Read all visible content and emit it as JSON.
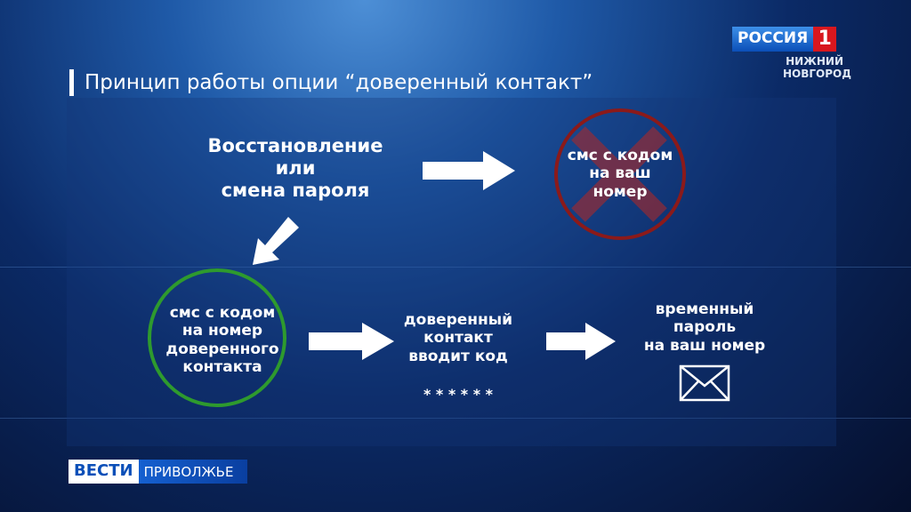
{
  "title": "Принцип работы опции “доверенный контакт”",
  "start": [
    "Восстановление",
    "или",
    "смена пароля"
  ],
  "old_method": [
    "смс с кодом",
    "на ваш",
    "номер"
  ],
  "trusted_sms": [
    "смс с кодом",
    "на номер",
    "доверенного",
    "контакта"
  ],
  "trusted_enters": [
    "доверенный",
    "контакт",
    "вводит код"
  ],
  "code_mask": "* * * * * *",
  "temp_password": [
    "временный",
    "пароль",
    "на ваш номер"
  ],
  "channel": {
    "name": "РОССИЯ",
    "number": "1",
    "city": [
      "НИЖНИЙ",
      "НОВГОРОД"
    ]
  },
  "program": {
    "name": "ВЕСТИ",
    "region": "ПРИВОЛЖЬЕ"
  },
  "colors": {
    "red": "#8b1a1a",
    "green": "#2e9a2e"
  }
}
